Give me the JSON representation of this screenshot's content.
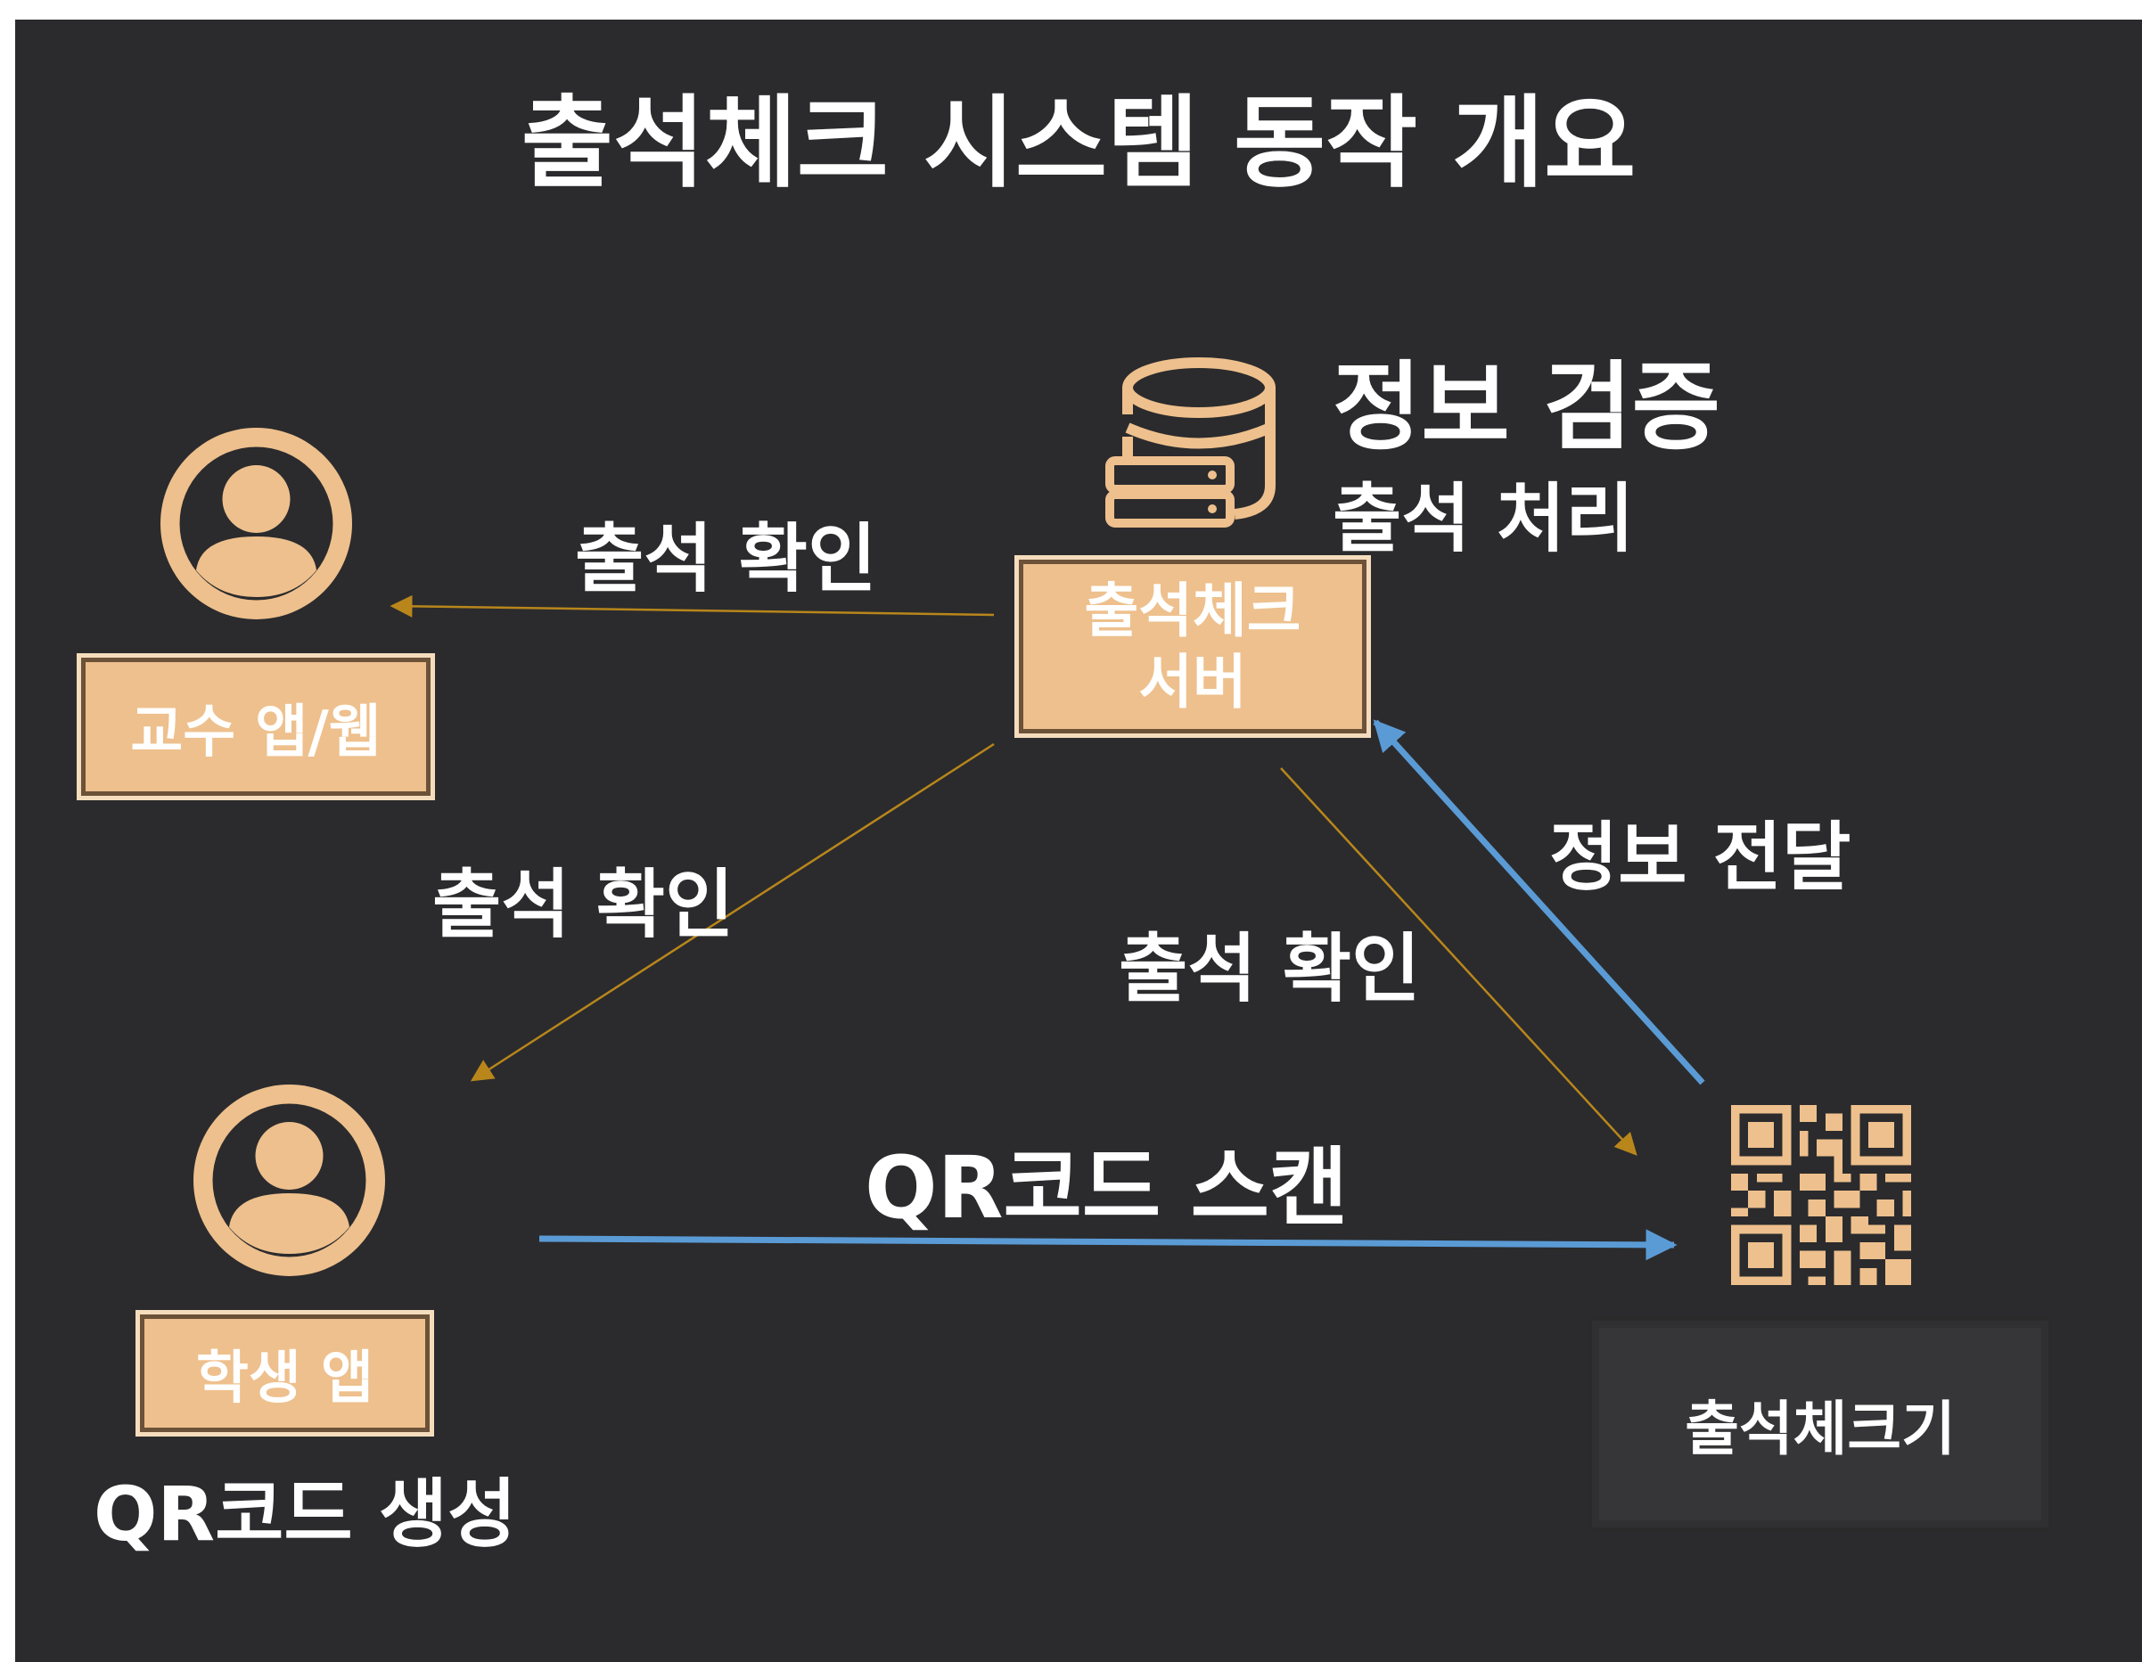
{
  "title": "출석체크 시스템 동작 개요",
  "colors": {
    "background": "#2b2b2d",
    "accent": "#eec08d",
    "scan_arrow": "#5b9bd5",
    "confirm_arrow": "#b8861b"
  },
  "nodes": {
    "server": {
      "label_line1": "출석체크",
      "label_line2": "서버",
      "notes": [
        "정보 검증",
        "출석 처리"
      ],
      "icon": "database-server-icon"
    },
    "professor": {
      "label": "교수 앱/웹",
      "icon": "user-icon"
    },
    "student": {
      "label": "학생 앱",
      "caption": "QR코드 생성",
      "icon": "user-icon"
    },
    "checker": {
      "label": "출석체크기",
      "icon": "qr-code-icon"
    }
  },
  "edges": {
    "server_to_professor": "출석 확인",
    "server_to_student": "출석 확인",
    "server_to_checker": "출석 확인",
    "checker_to_server": "정보 전달",
    "student_to_checker": "QR코드 스캔"
  }
}
